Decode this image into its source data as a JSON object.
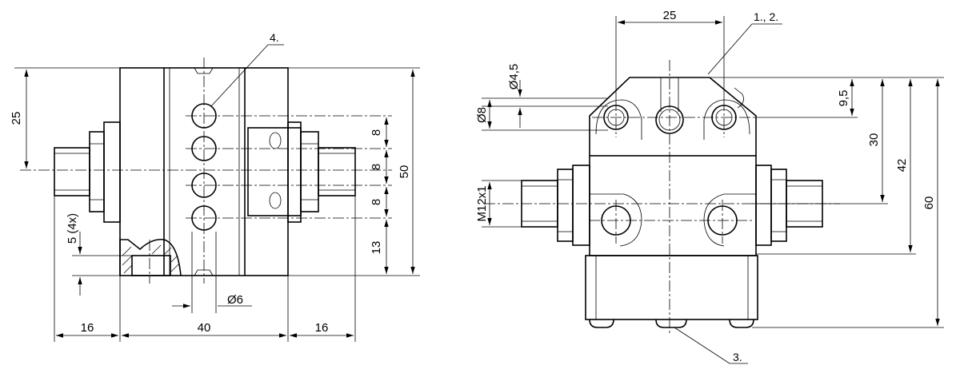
{
  "left_view": {
    "dims": {
      "h25": "25",
      "w16_left": "16",
      "w40": "40",
      "w16_right": "16",
      "h50": "50",
      "pitch1": "8",
      "pitch2": "8",
      "pitch3": "8",
      "h13": "13",
      "d6": "Ø6",
      "m5": "5 (4x)"
    },
    "callout": "4."
  },
  "right_view": {
    "dims": {
      "w25": "25",
      "d45": "Ø4,5",
      "d8": "Ø8",
      "thread": "M12x1",
      "h95": "9,5",
      "h30": "30",
      "h42": "42",
      "h60": "60"
    },
    "callout_top": "1., 2.",
    "callout_bottom": "3."
  }
}
